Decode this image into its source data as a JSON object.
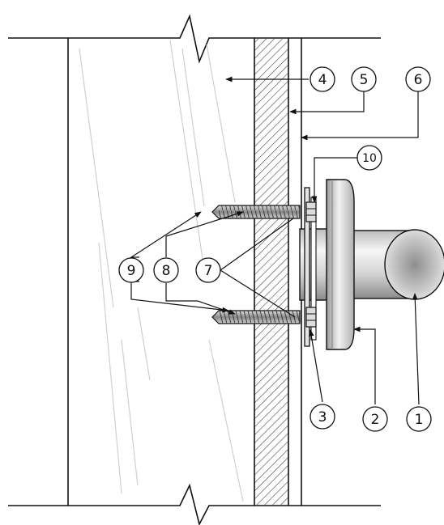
{
  "callouts": [
    {
      "id": "c1",
      "label": "1"
    },
    {
      "id": "c2",
      "label": "2"
    },
    {
      "id": "c3",
      "label": "3"
    },
    {
      "id": "c4",
      "label": "4"
    },
    {
      "id": "c5",
      "label": "5"
    },
    {
      "id": "c6",
      "label": "6"
    },
    {
      "id": "c7",
      "label": "7"
    },
    {
      "id": "c8",
      "label": "8"
    },
    {
      "id": "c9",
      "label": "9"
    },
    {
      "id": "c10",
      "label": "10"
    }
  ],
  "colors": {
    "line": "#111111",
    "hatch": "#444444",
    "glass_streak": "#c8c8c8",
    "pipe_light": "#f4f4f4",
    "pipe_dark": "#8a8a8a"
  }
}
